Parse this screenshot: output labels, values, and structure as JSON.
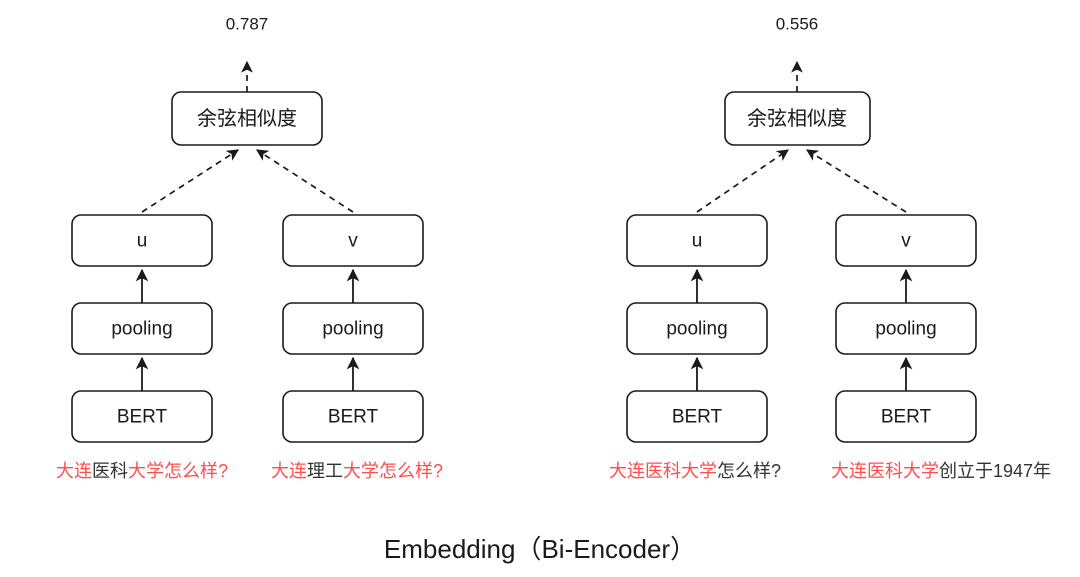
{
  "figure": {
    "caption": "Embedding（Bi-Encoder）",
    "background_color": "#ffffff",
    "accent_red": "#ff4d4d",
    "ink_color": "#1a1a1a"
  },
  "blocks": [
    {
      "id": "left",
      "score": "0.787",
      "similarity_label": "余弦相似度",
      "branches": [
        {
          "vector_label": "u",
          "pooling_label": "pooling",
          "encoder_label": "BERT",
          "sentence_segments": [
            {
              "text": "大连",
              "color": "red"
            },
            {
              "text": "医科",
              "color": "dark"
            },
            {
              "text": "大学怎么样?",
              "color": "red"
            }
          ]
        },
        {
          "vector_label": "v",
          "pooling_label": "pooling",
          "encoder_label": "BERT",
          "sentence_segments": [
            {
              "text": "大连",
              "color": "red"
            },
            {
              "text": "理工",
              "color": "dark"
            },
            {
              "text": "大学怎么样?",
              "color": "red"
            }
          ]
        }
      ]
    },
    {
      "id": "right",
      "score": "0.556",
      "similarity_label": "余弦相似度",
      "branches": [
        {
          "vector_label": "u",
          "pooling_label": "pooling",
          "encoder_label": "BERT",
          "sentence_segments": [
            {
              "text": "大连医科大学",
              "color": "red"
            },
            {
              "text": "怎么样?",
              "color": "dark"
            }
          ]
        },
        {
          "vector_label": "v",
          "pooling_label": "pooling",
          "encoder_label": "BERT",
          "sentence_segments": [
            {
              "text": "大连医科大学",
              "color": "red"
            },
            {
              "text": "创立于1947年",
              "color": "dark"
            }
          ]
        }
      ]
    }
  ]
}
